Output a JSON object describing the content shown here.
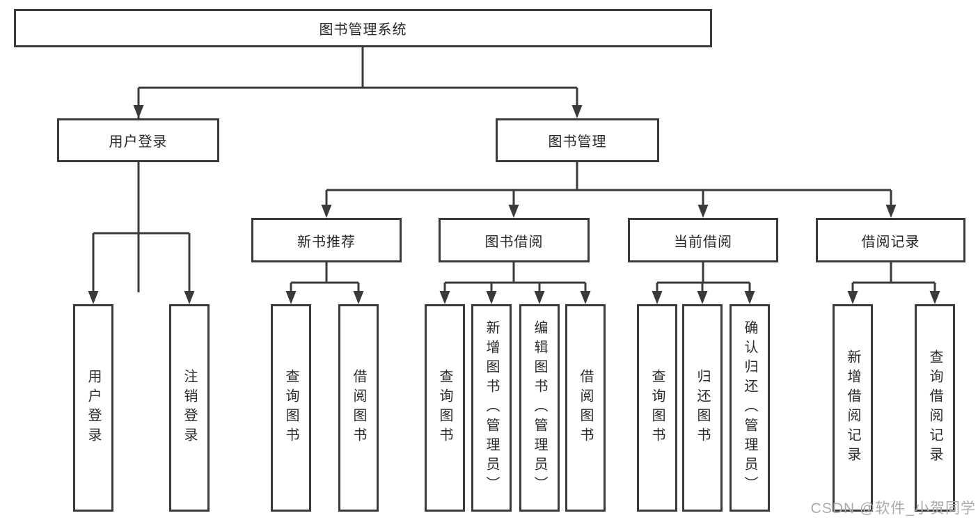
{
  "colors": {
    "line": "#3a3a3a",
    "box_border": "#3a3a3a",
    "text": "#262626",
    "watermark": "#ababab",
    "background": "#ffffff"
  },
  "watermark": "CSDN @软件_小贺同学",
  "nodes": {
    "root": "图书管理系统",
    "l1": [
      "用户登录",
      "图书管理"
    ],
    "l2": [
      "新书推荐",
      "图书借阅",
      "当前借阅",
      "借阅记录"
    ],
    "leaves_user_login": [
      "用户登录",
      "注销登录"
    ],
    "leaves_new_book": [
      "查询图书",
      "借阅图书"
    ],
    "leaves_book_borrow": [
      "查询图书",
      "新增图书（管理员）",
      "编辑图书（管理员）",
      "借阅图书"
    ],
    "leaves_current_borrow": [
      "查询图书",
      "归还图书",
      "确认归还（管理员）"
    ],
    "leaves_borrow_records": [
      "新增借阅记录",
      "查询借阅记录"
    ]
  },
  "tree": {
    "root": "图书管理系统",
    "children": [
      {
        "label": "用户登录",
        "children": [
          "用户登录",
          "注销登录"
        ]
      },
      {
        "label": "图书管理",
        "children": [
          {
            "label": "新书推荐",
            "children": [
              "查询图书",
              "借阅图书"
            ]
          },
          {
            "label": "图书借阅",
            "children": [
              "查询图书",
              "新增图书（管理员）",
              "编辑图书（管理员）",
              "借阅图书"
            ]
          },
          {
            "label": "当前借阅",
            "children": [
              "查询图书",
              "归还图书",
              "确认归还（管理员）"
            ]
          },
          {
            "label": "借阅记录",
            "children": [
              "新增借阅记录",
              "查询借阅记录"
            ]
          }
        ]
      }
    ]
  }
}
